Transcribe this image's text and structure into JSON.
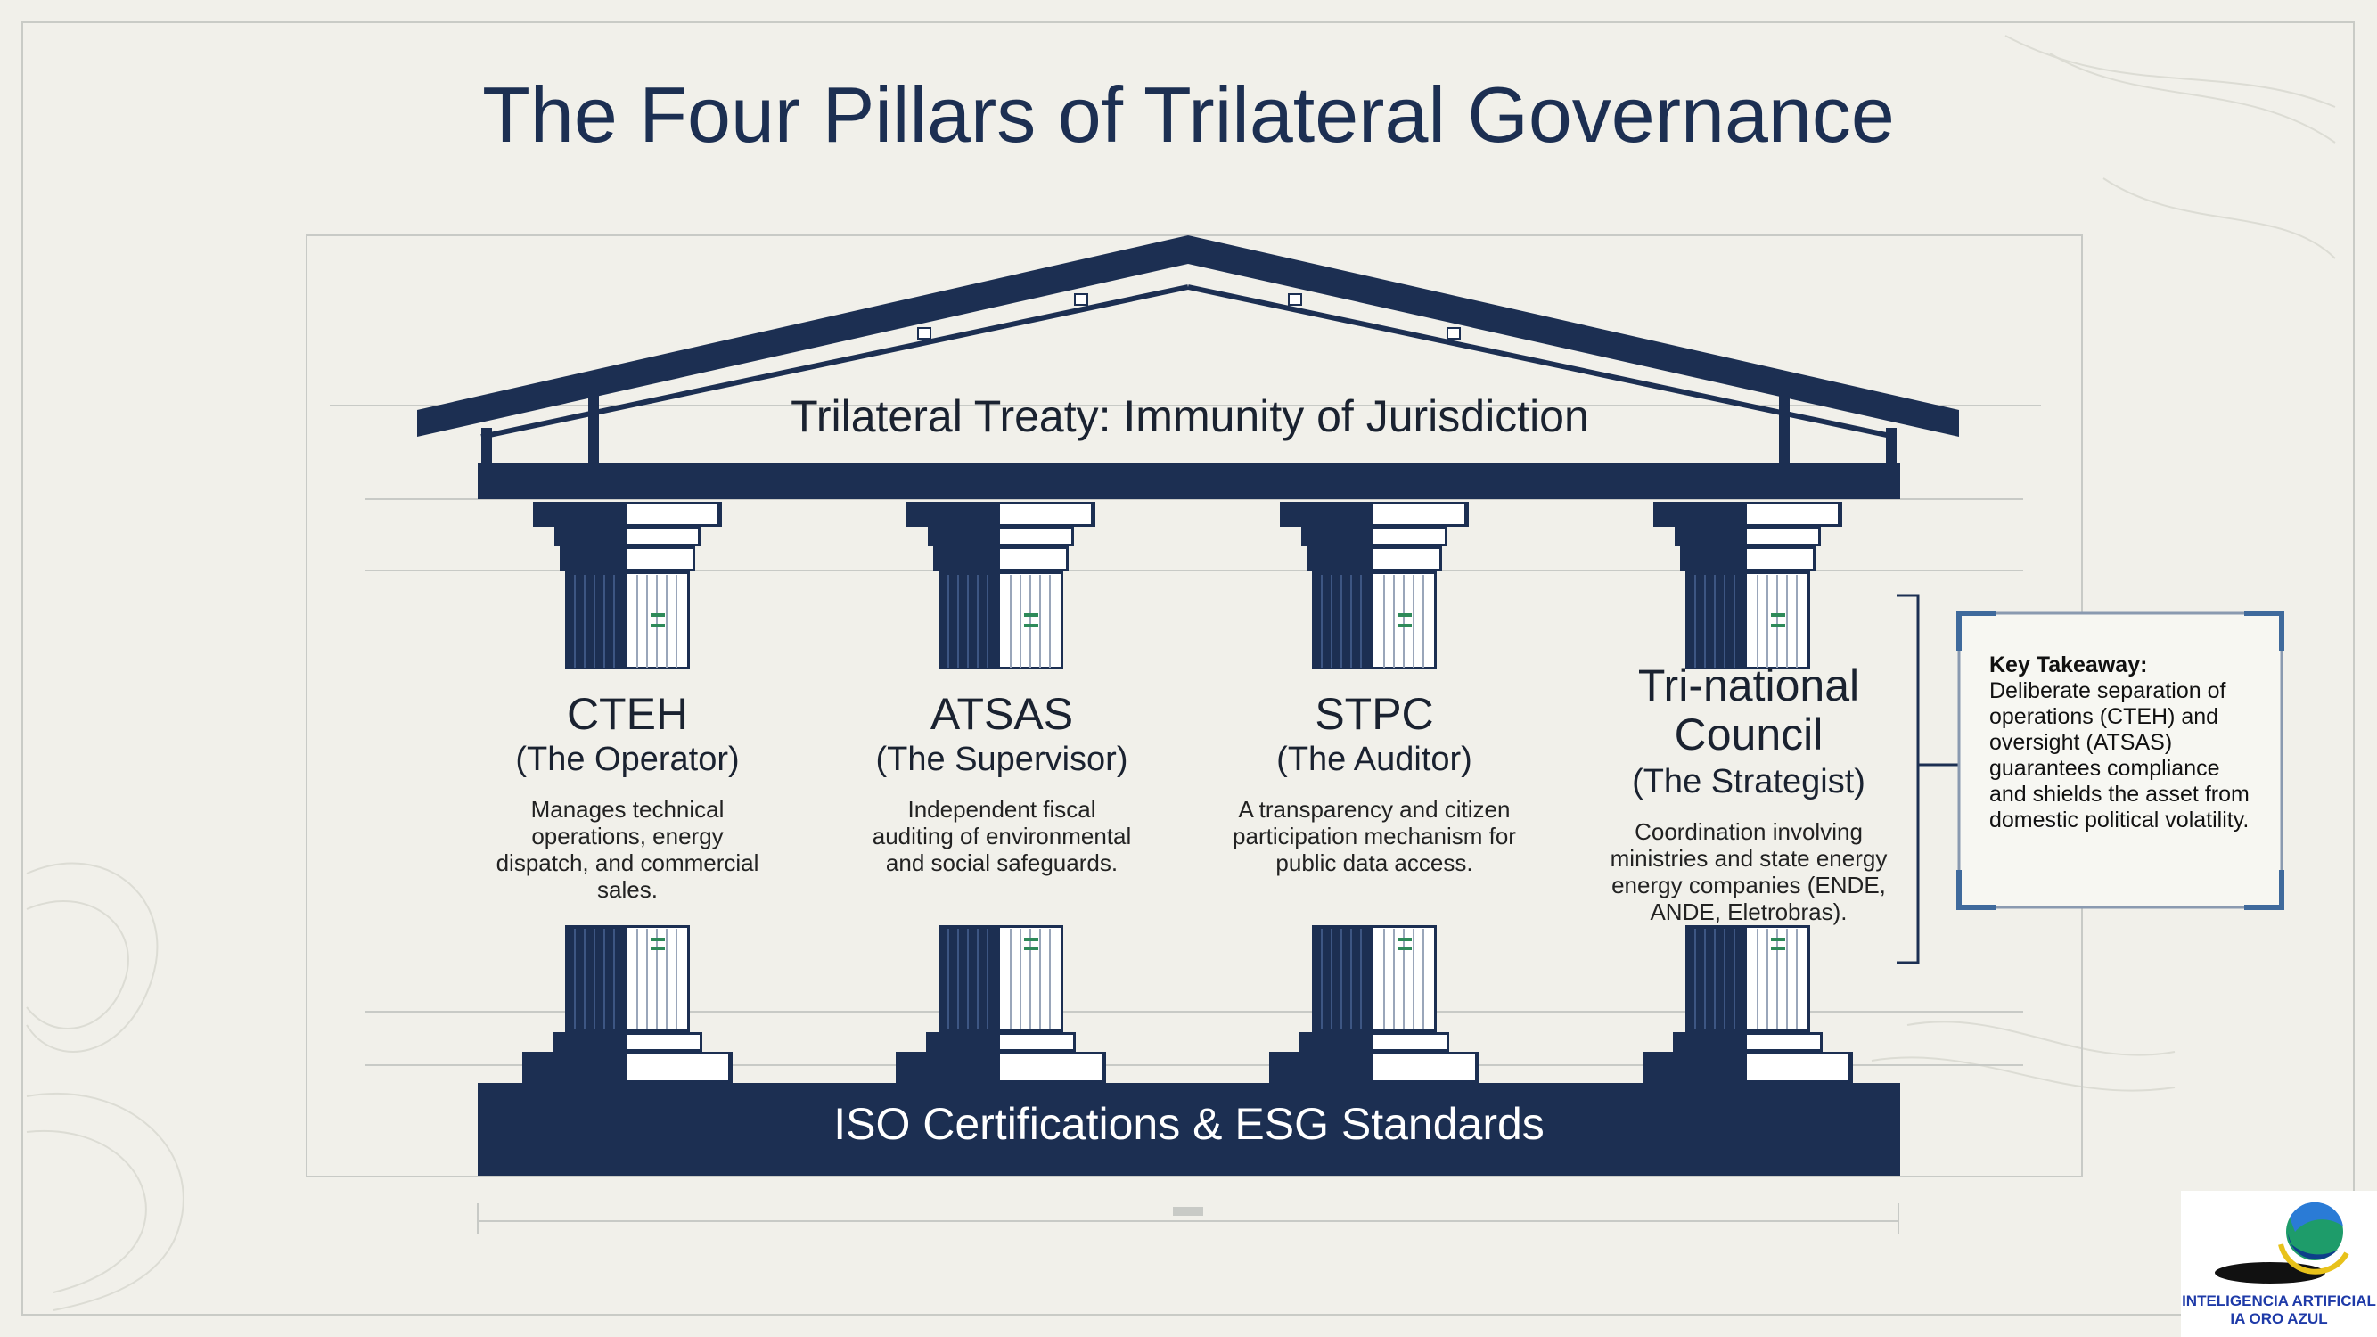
{
  "title": "The Four Pillars of Trilateral Governance",
  "roof_label": "Trilateral Treaty: Immunity of Jurisdiction",
  "base_label": "ISO Certifications & ESG Standards",
  "pillars": [
    {
      "name": "CTEH",
      "role": "(The Operator)",
      "description": "Manages technical operations, energy dispatch, and commercial sales."
    },
    {
      "name": "ATSAS",
      "role": "(The Supervisor)",
      "description": "Independent fiscal auditing of environmental and social safeguards."
    },
    {
      "name": "STPC",
      "role": "(The Auditor)",
      "description": "A transparency and citizen participation mechanism for public data access."
    },
    {
      "name": "Tri-national Council",
      "role": "(The Strategist)",
      "description": "Coordination involving ministries and state energy energy companies (ENDE, ANDE, Eletrobras)."
    }
  ],
  "key_takeaway": {
    "title": "Key Takeaway:",
    "text": "Deliberate separation of operations (CTEH) and oversight (ATSAS) guarantees compliance and shields the asset from domestic political volatility."
  },
  "logo": {
    "line1": "INTELIGENCIA ARTIFICIAL",
    "line2": "IA ORO AZUL"
  },
  "colors": {
    "navy": "#1c2f52",
    "background": "#f1f0ea",
    "accent_green": "#2e8a5a",
    "logo_blue": "#1e3aa8"
  }
}
